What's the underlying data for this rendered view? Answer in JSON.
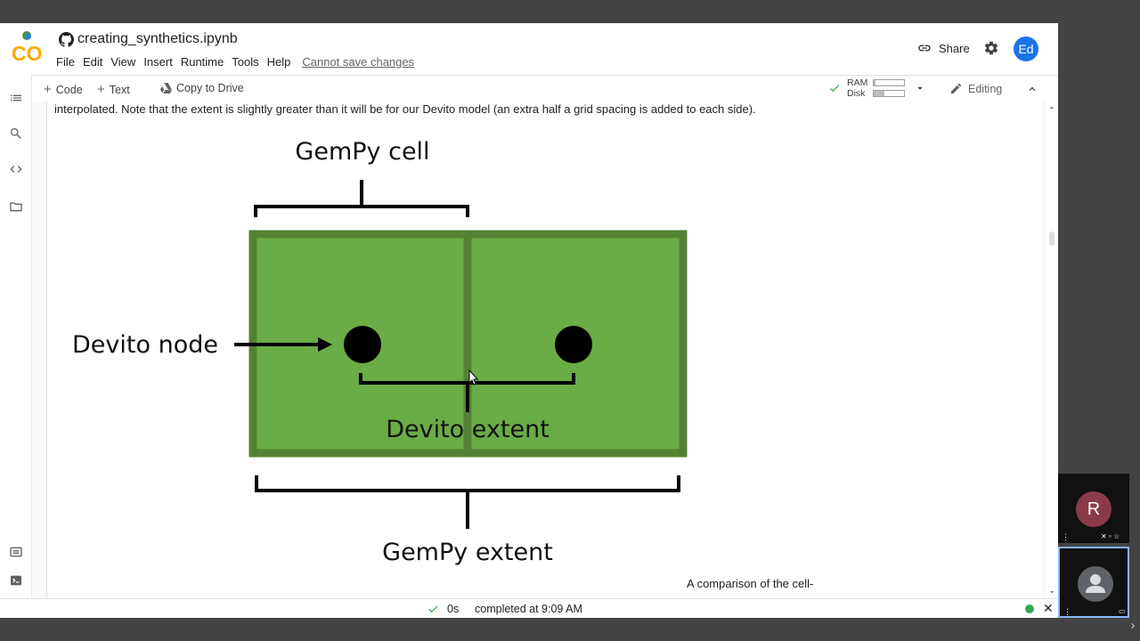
{
  "app": {
    "notebook_title": "creating_synthetics.ipynb",
    "logo_text": "CO"
  },
  "menu": {
    "items": [
      "File",
      "Edit",
      "View",
      "Insert",
      "Runtime",
      "Tools",
      "Help"
    ],
    "save_notice": "Cannot save changes"
  },
  "header": {
    "share_label": "Share",
    "avatar_initials": "Ed"
  },
  "toolbar": {
    "code_label": "Code",
    "text_label": "Text",
    "copy_label": "Copy to Drive",
    "ram_label": "RAM",
    "disk_label": "Disk",
    "ram_usage": 0.05,
    "disk_usage": 0.35,
    "editing_label": "Editing"
  },
  "cell": {
    "text": "interpolated. Note that the extent is slightly greater than it will be for our Devito model (an extra half a grid spacing is added to each side).",
    "caption": "A comparison of the cell-"
  },
  "figure": {
    "gempy_cell_label": "GemPy cell",
    "devito_node_label": "Devito node",
    "devito_extent_label": "Devito extent",
    "gempy_extent_label": "GemPy extent",
    "cell_fill": "#6aac45",
    "cell_border": "#548235"
  },
  "status": {
    "duration": "0s",
    "completed": "completed at 9:09 AM"
  },
  "meet": {
    "participant_initial": "R"
  }
}
